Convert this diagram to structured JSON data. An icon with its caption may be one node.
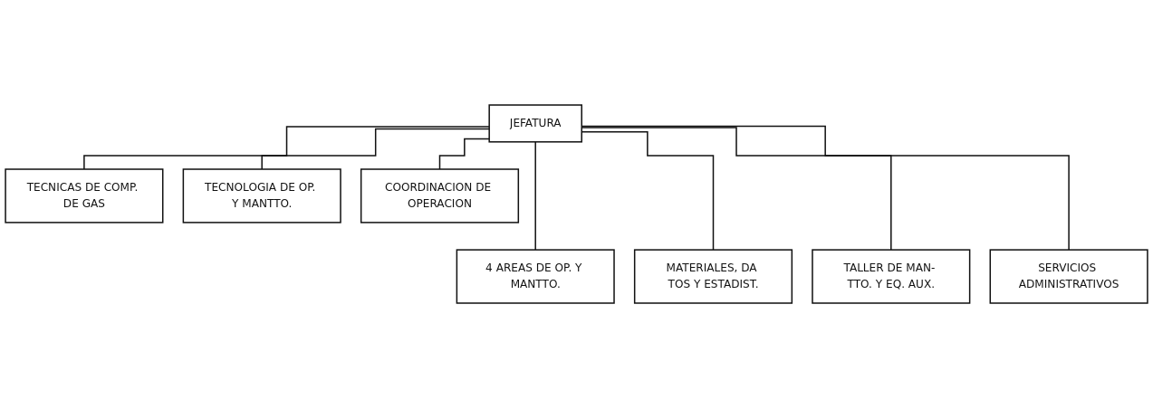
{
  "diagram": {
    "nodes": [
      {
        "text": [
          "JEFATURA"
        ]
      },
      {
        "text": [
          "TECNICAS DE COMP. DE GAS"
        ]
      },
      {
        "text": [
          "TECNOLOGIA DE OP. Y MANTTO."
        ]
      },
      {
        "text": [
          "COORDINACION DE OPERACION"
        ]
      },
      {
        "text": [
          "4 AREAS DE OP. Y MANTTO."
        ]
      },
      {
        "text": [
          "MATERIALES, DA TOS Y ESTADIST."
        ]
      },
      {
        "text": [
          "TALLER DE MAN- TTO. Y EQ. AUX."
        ]
      },
      {
        "text": [
          "SERVICIOS ADMINISTRATIVOS"
        ]
      }
    ],
    "edges": [
      {
        "from": 0,
        "to": 4,
        "arrow": "none"
      },
      {
        "from": 0,
        "to": 1,
        "arrow": "none"
      },
      {
        "from": 0,
        "to": 5,
        "arrow": "none"
      },
      {
        "from": 0,
        "to": 2,
        "arrow": "none"
      },
      {
        "from": 0,
        "to": 6,
        "arrow": "none"
      },
      {
        "from": 0,
        "to": 3,
        "arrow": "none"
      },
      {
        "from": 0,
        "to": 7,
        "arrow": "none"
      }
    ]
  }
}
